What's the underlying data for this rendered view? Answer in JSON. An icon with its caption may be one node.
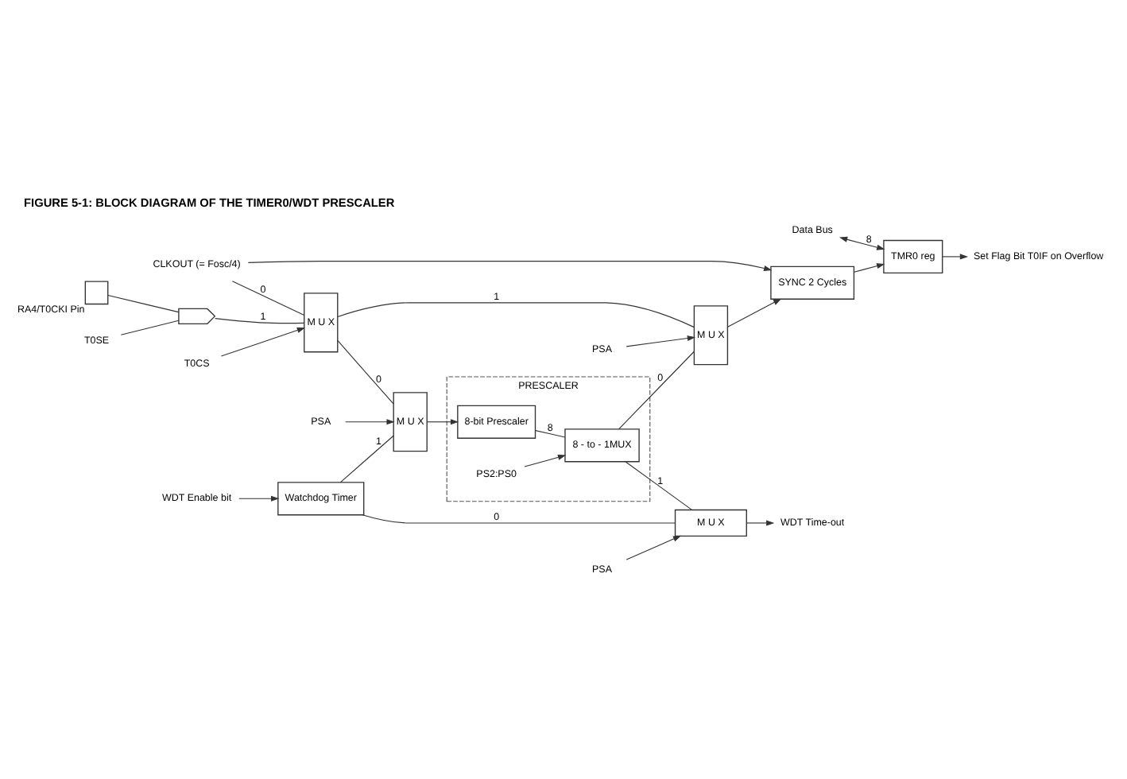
{
  "diagram": {
    "title": "FIGURE 5-1: BLOCK DIAGRAM OF THE TIMER0/WDT PRESCALER",
    "nodes": [
      {
        "text": [
          "CLKOUT (= Fosc/4)"
        ]
      },
      {
        "text": [
          "Data Bus"
        ]
      },
      {
        "text": [],
        "shape": "box",
        "beside": [
          "RA4/T0CKI Pin"
        ]
      },
      {
        "text": [],
        "shape": "gate"
      },
      {
        "text": [
          "M U X"
        ]
      },
      {
        "text": [
          "M U X"
        ]
      },
      {
        "text": [
          "SYNC 2 Cycles"
        ]
      },
      {
        "text": [
          "TMR0 reg"
        ]
      },
      {
        "text": [
          "T0SE"
        ]
      },
      {
        "text": [
          "T0CS"
        ]
      },
      {
        "text": [
          "PSA"
        ]
      },
      {
        "text": [
          "Set Flag Bit T0IF on Overflow"
        ]
      },
      {
        "text": [
          "PRESCALER"
        ]
      },
      {
        "text": [
          "8-bit Prescaler"
        ],
        "in": 12
      },
      {
        "text": [
          "M U X"
        ]
      },
      {
        "text": [
          "Watchdog Timer"
        ]
      },
      {
        "text": [
          "8 - to - 1MUX"
        ],
        "in": 12
      },
      {
        "text": [
          "PS2:PS0"
        ],
        "in": 12
      },
      {
        "text": [
          "PSA"
        ]
      },
      {
        "text": [
          "WDT Enable bit"
        ]
      },
      {
        "text": [
          "M U X"
        ]
      },
      {
        "text": [
          "PSA"
        ]
      },
      {
        "text": [
          "WDT Time-out"
        ]
      }
    ],
    "edges": [
      {
        "from": 0,
        "to": 4,
        "arrow": "none",
        "label": "0"
      },
      {
        "from": 0,
        "to": 6,
        "arrow": "to"
      },
      {
        "from": 2,
        "to": 3,
        "arrow": "none"
      },
      {
        "from": 8,
        "to": 3,
        "arrow": "none"
      },
      {
        "from": 3,
        "to": 4,
        "arrow": "none",
        "label": "1"
      },
      {
        "from": 9,
        "to": 4,
        "arrow": "to"
      },
      {
        "from": 4,
        "to": 5,
        "arrow": "none",
        "label": "1"
      },
      {
        "from": 4,
        "to": 14,
        "arrow": "none",
        "label": "0"
      },
      {
        "from": 5,
        "to": 6,
        "arrow": "to"
      },
      {
        "from": 10,
        "to": 5,
        "arrow": "to"
      },
      {
        "from": 6,
        "to": 7,
        "arrow": "to"
      },
      {
        "from": 1,
        "to": 7,
        "arrow": "both",
        "label": "8"
      },
      {
        "from": 7,
        "to": 11,
        "arrow": "to"
      },
      {
        "from": 14,
        "to": 13,
        "arrow": "to"
      },
      {
        "from": 18,
        "to": 14,
        "arrow": "to"
      },
      {
        "from": 15,
        "to": 14,
        "arrow": "none",
        "label": "1"
      },
      {
        "from": 15,
        "to": 20,
        "arrow": "none",
        "label": "0"
      },
      {
        "from": 19,
        "to": 15,
        "arrow": "to"
      },
      {
        "from": 13,
        "to": 16,
        "arrow": "none",
        "label": "8"
      },
      {
        "from": 17,
        "to": 16,
        "arrow": "to"
      },
      {
        "from": 16,
        "to": 20,
        "arrow": "none",
        "label": "1"
      },
      {
        "from": 16,
        "to": 5,
        "arrow": "none",
        "label": "0"
      },
      {
        "from": 21,
        "to": 20,
        "arrow": "to"
      },
      {
        "from": 20,
        "to": 22,
        "arrow": "to"
      }
    ]
  }
}
